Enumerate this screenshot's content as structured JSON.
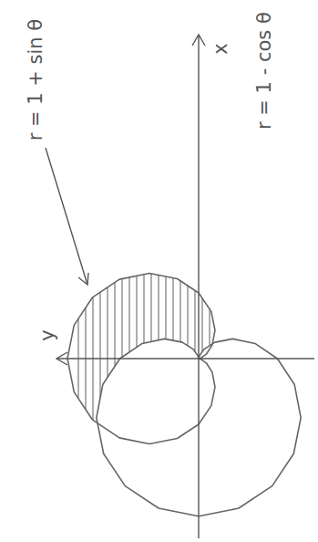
{
  "diagram": {
    "labels": [
      "r = 1 - cos θ",
      "x",
      "y",
      "r = 1 + sin θ"
    ]
  }
}
